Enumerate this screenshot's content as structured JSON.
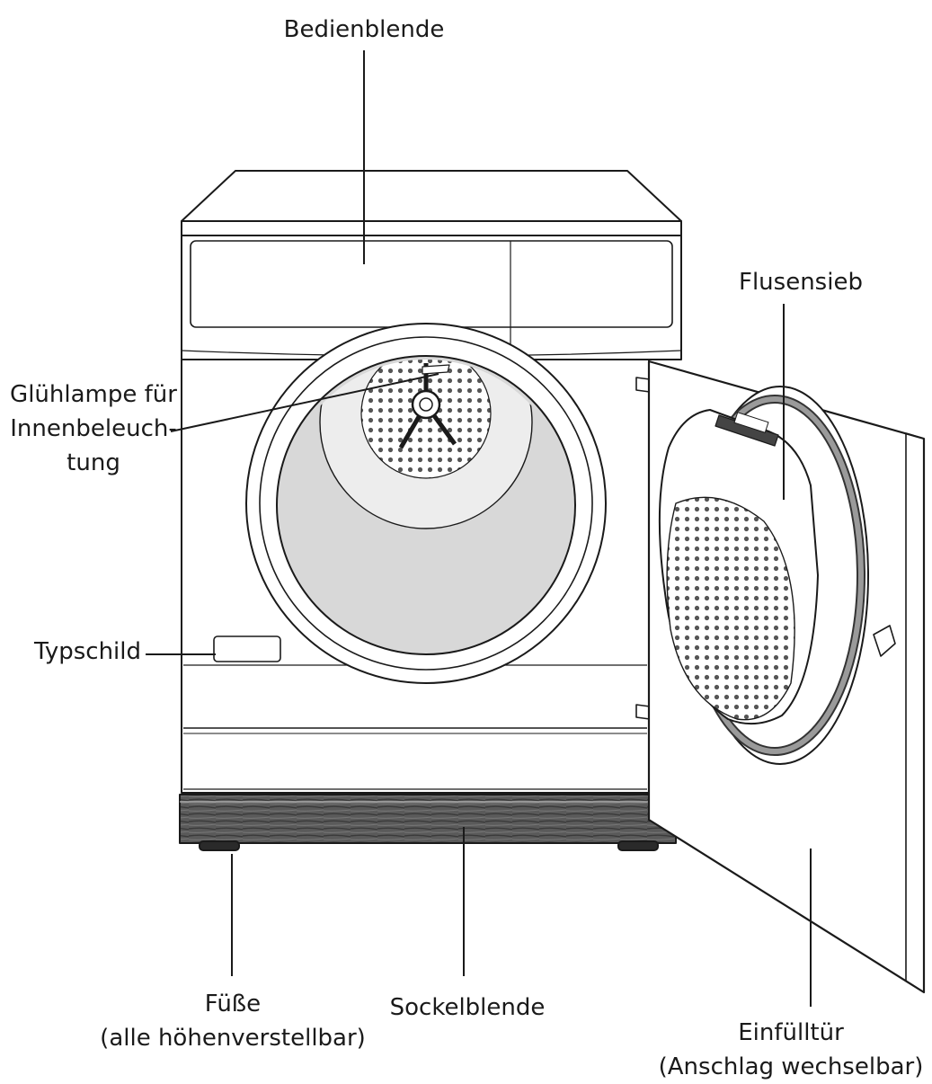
{
  "labels": {
    "bedienblende": "Bedienblende",
    "flusensieb": "Flusensieb",
    "gluehlampe": [
      "Glühlampe für",
      "Innenbeleuch-",
      "tung"
    ],
    "typschild": "Typschild",
    "fuesse": [
      "Füße",
      "(alle höhenverstellbar)"
    ],
    "sockelblende": "Sockelblende",
    "einfuelltuer": [
      "Einfülltür",
      "(Anschlag wechselbar)"
    ]
  }
}
